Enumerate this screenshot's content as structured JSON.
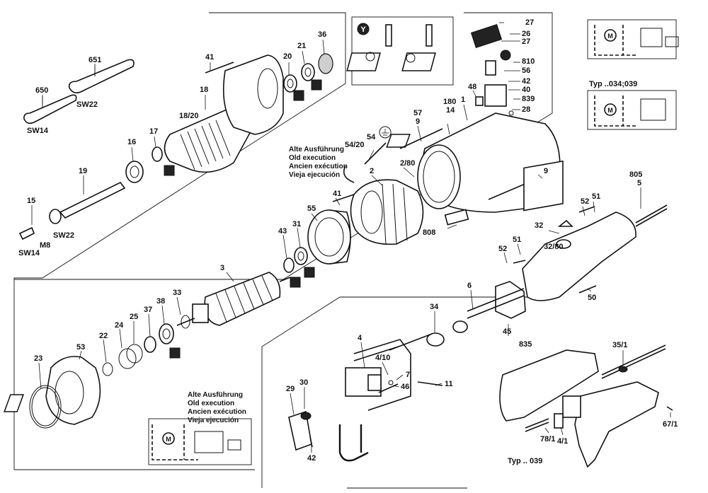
{
  "variant_box": {
    "marker": "Y"
  },
  "old_execution_note": {
    "lines": [
      "Alte Ausführung",
      "Old execution",
      "Ancien exécution",
      "Vieja ejecución"
    ]
  },
  "wrench_labels": {
    "sw22": "SW22",
    "sw14": "SW14",
    "m8": "M8"
  },
  "type_labels": {
    "typ_034_039": "Typ ..034;039",
    "typ_039": "Typ .. 039"
  },
  "part_numbers": {
    "p651": "651",
    "p650": "650",
    "p41a": "41",
    "p18": "18",
    "p18_20": "18/20",
    "p20": "20",
    "p21": "21",
    "p36": "36",
    "p17": "17",
    "p16": "16",
    "p19": "19",
    "p15": "15",
    "p27a": "27",
    "p26": "26",
    "p27b": "27",
    "p810": "810",
    "p56": "56",
    "p42a": "42",
    "p40": "40",
    "p839": "839",
    "p48": "48",
    "p1": "1",
    "p180": "180",
    "p14": "14",
    "p28": "28",
    "p57": "57",
    "p9a": "9",
    "p54_20": "54/20",
    "p54": "54",
    "p2": "2",
    "p2_80": "2/80",
    "p9b": "9",
    "p41b": "41",
    "p55": "55",
    "p808": "808",
    "p805": "805",
    "p5": "5",
    "p51a": "51",
    "p52a": "52",
    "p43": "43",
    "p31": "31",
    "p32": "32",
    "p32_80": "32/80",
    "p51b": "51",
    "p52b": "52",
    "p3": "3",
    "p33": "33",
    "p38": "38",
    "p37": "37",
    "p25": "25",
    "p24": "24",
    "p22": "22",
    "p6": "6",
    "p50": "50",
    "p45": "45",
    "p835": "835",
    "p34": "34",
    "p23": "23",
    "p53": "53",
    "p4": "4",
    "p4_10": "4/10",
    "p7": "7",
    "p46": "46",
    "p11": "11",
    "p35_1": "35/1",
    "p29": "29",
    "p30": "30",
    "p42b": "42",
    "p78_1": "78/1",
    "p4_1": "4/1",
    "p67_1": "67/1"
  },
  "icons": [
    "symbol-y",
    "earth-ground-symbol",
    "motor-m-symbol",
    "wrench-icon"
  ]
}
